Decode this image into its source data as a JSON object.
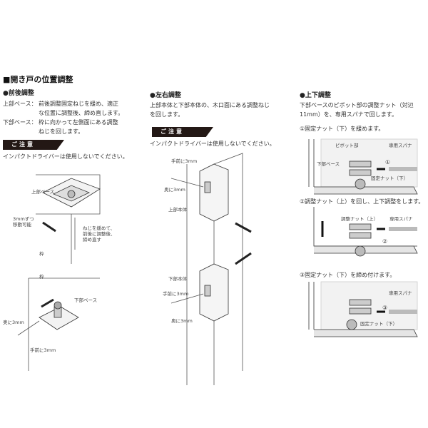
{
  "title": "■開き戸の位置調整",
  "front_back": {
    "heading": "●前後調整",
    "upper_label": "上部ベース：",
    "upper_text1": "前後調整固定ねじを緩め、適正",
    "upper_text2": "な位置に調整後、締め直します。",
    "lower_label": "下部ベース：",
    "lower_text1": "枠に向かって左側面にある調整",
    "lower_text2": "ねじを回します。",
    "caution": "ご注意",
    "caution_text": "インパクトドライバーは使用しないでください。",
    "labels": {
      "upper_base": "上部ベース",
      "move1": "3mmずつ",
      "move2": "移動可能",
      "loosen1": "ねじを緩めて、",
      "loosen2": "前後に調整後、",
      "loosen3": "締め直す",
      "frame1": "枠",
      "frame2": "枠",
      "lower_base": "下部ベース",
      "back": "奥に3mm",
      "front": "手前に3mm"
    }
  },
  "left_right": {
    "heading": "●左右調整",
    "text1": "上部本体と下部本体の、木口面にある調整ねじ",
    "text2": "を回します。",
    "caution": "ご注意",
    "caution_text": "インパクトドライバーは使用しないでください。",
    "labels": {
      "front1": "手前に3mm",
      "back1": "奥に3mm",
      "upper_body": "上部本体",
      "lower_body": "下部本体",
      "front2": "手前に3mm",
      "back2": "奥に3mm"
    }
  },
  "up_down": {
    "heading": "●上下調整",
    "text1": "下部ベースのピボット部の調整ナット（対辺",
    "text2": "11mm）を、専用スパナで回します。",
    "step1": "①固定ナット（下）を緩めます。",
    "step2": "②調整ナット（上）を回し、上下調整をします。",
    "step3": "③固定ナット（下）を締め付けます。",
    "labels": {
      "pivot": "ピボット部",
      "spanner1": "専用スパナ",
      "lower_base": "下部ベース",
      "fix_nut1": "固定ナット（下）",
      "n1": "①",
      "adj_nut": "調整ナット（上）",
      "spanner2": "専用スパナ",
      "n2": "②",
      "spanner3": "専用スパナ",
      "n3": "③",
      "fix_nut3": "固定ナット（下）"
    }
  }
}
